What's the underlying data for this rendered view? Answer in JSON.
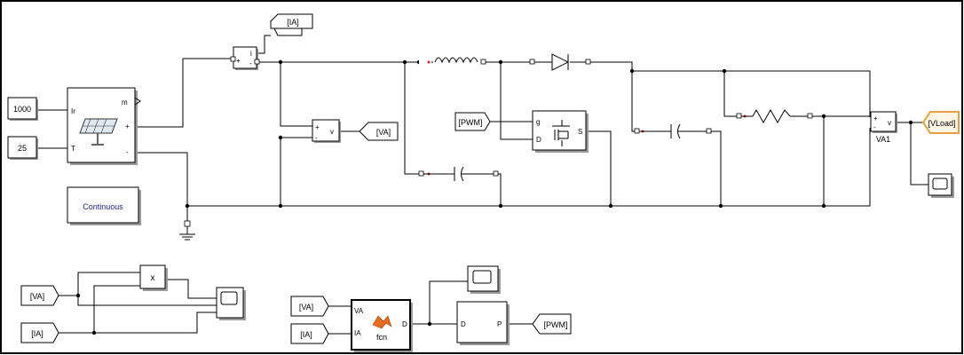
{
  "blocks": {
    "irradiance_value": "1000",
    "temperature_value": "25",
    "pv_port_ir": "Ir",
    "pv_port_t": "T",
    "pv_port_m": "m",
    "pv_port_plus": "+",
    "pv_port_minus": "-",
    "powergui_label": "Continuous",
    "current_meas_plus": "+",
    "current_meas_minus": "-",
    "current_meas_i": "i",
    "voltage_meas_plus": "+",
    "voltage_meas_minus": "-",
    "voltage_meas_v": "v",
    "mosfet_g": "g",
    "mosfet_d": "D",
    "mosfet_s": "S",
    "load_meas_plus": "+",
    "load_meas_minus": "-",
    "load_meas_v": "v",
    "load_meas_name": "VA1",
    "product_symbol": "x",
    "fcn_in_va": "VA",
    "fcn_in_ia": "IA",
    "fcn_out_d": "D",
    "fcn_name": "fcn",
    "pwm_in_d": "D",
    "pwm_out_p": "P"
  },
  "tags": {
    "goto_ia": "[IA]",
    "goto_va": "[VA]",
    "from_pwm": "[PWM]",
    "goto_vload": "[VLoad]",
    "from_va_left": "[VA]",
    "from_ia_left": "[IA]",
    "from_va_mid": "[VA]",
    "from_ia_mid": "[IA]",
    "goto_pwm": "[PWM]"
  },
  "icons": [
    "solar-panel-icon",
    "inductor-icon",
    "diode-icon",
    "mosfet-icon",
    "capacitor-icon",
    "resistor-icon",
    "ground-icon",
    "scope-icon",
    "matlab-function-icon"
  ],
  "colors": {
    "block_border": "#000000",
    "shadow": "#9a9a9a",
    "powergui_text": "#1b1f8a",
    "tag_highlight": "#e8a13a",
    "port_marker": "#d42020"
  }
}
